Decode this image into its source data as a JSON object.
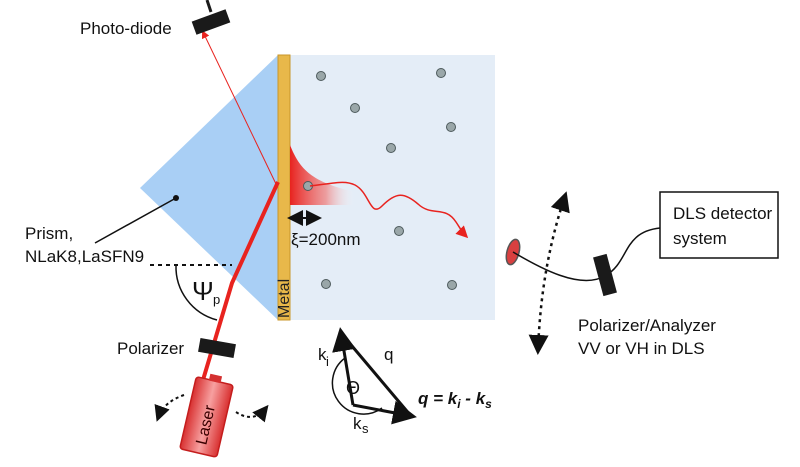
{
  "labels": {
    "photodiode": "Photo-diode",
    "prism_line1": "Prism,",
    "prism_line2": "NLaK8,LaSFN9",
    "decay_length": "ξ=200nm",
    "metal": "Metal",
    "angle_symbol": "Ψ",
    "angle_subscript": "p",
    "polarizer": "Polarizer",
    "laser": "Laser",
    "ki": "k",
    "ki_sub": "i",
    "ks": "k",
    "ks_sub": "s",
    "q": "q",
    "theta": "Θ",
    "equation_q": "q",
    "equation_eq": " = ",
    "equation_k1": "k",
    "equation_i": "i",
    "equation_minus": " - ",
    "equation_k2": "k",
    "equation_s": "s",
    "dls_line1": "DLS detector",
    "dls_line2": "system",
    "pol_analyzer_line1": "Polarizer/Analyzer",
    "pol_analyzer_line2": "VV or VH in DLS"
  },
  "colors": {
    "prism": "#a9cff5",
    "sample": "#e4edf7",
    "metal": "#e8b84a",
    "beam": "#e8231f",
    "laser_body": "#f47070",
    "component": "#1a1a1a"
  }
}
